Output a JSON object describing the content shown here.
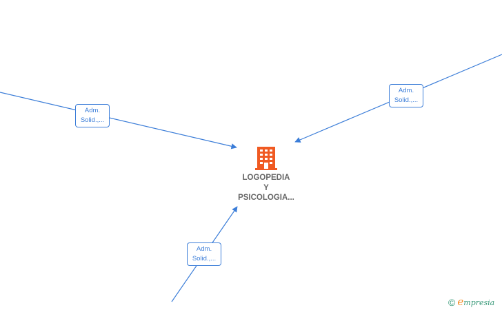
{
  "diagram": {
    "center_node": {
      "name_lines": [
        "LOGOPEDIA",
        "Y",
        "PSICOLOGIA..."
      ],
      "icon": "building-icon",
      "icon_color": "#f05a22"
    },
    "relations": [
      {
        "label_line1": "Adm.",
        "label_line2": "Solid.,..."
      },
      {
        "label_line1": "Adm.",
        "label_line2": "Solid.,..."
      },
      {
        "label_line1": "Adm.",
        "label_line2": "Solid.,..."
      }
    ],
    "edge_color": "#3b7dd8"
  },
  "watermark": {
    "copyright_symbol": "©",
    "brand_first_letter": "e",
    "brand_rest": "mpresia"
  }
}
